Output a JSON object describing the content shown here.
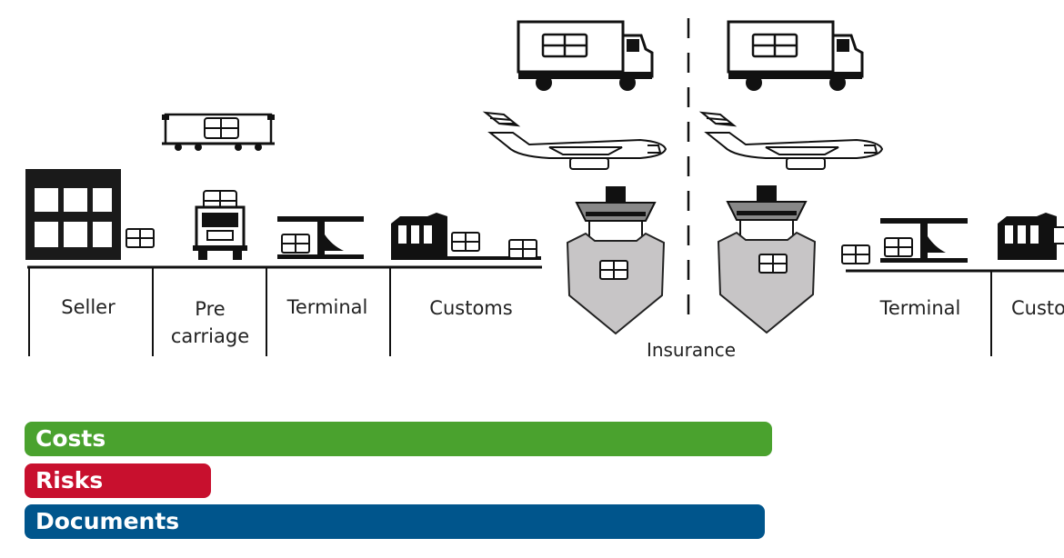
{
  "stages": {
    "seller": "Seller",
    "pre_carriage_line1": "Pre",
    "pre_carriage_line2": "carriage",
    "terminal_origin": "Terminal",
    "customs_origin": "Customs",
    "terminal_destination": "Terminal",
    "customs_destination_partial": "Custo"
  },
  "insurance_label": "Insurance",
  "bars": {
    "costs": "Costs",
    "risks": "Risks",
    "documents": "Documents"
  },
  "colors": {
    "costs": "#4aa22e",
    "risks": "#c8102e",
    "documents": "#00558c",
    "ship_hull": "#c7c5c6"
  },
  "icons": [
    "building-icon",
    "package-icon",
    "railcar-icon",
    "truck-front-icon",
    "terminal-icon",
    "customs-icon",
    "truck-icon",
    "airplane-icon",
    "ship-icon"
  ]
}
